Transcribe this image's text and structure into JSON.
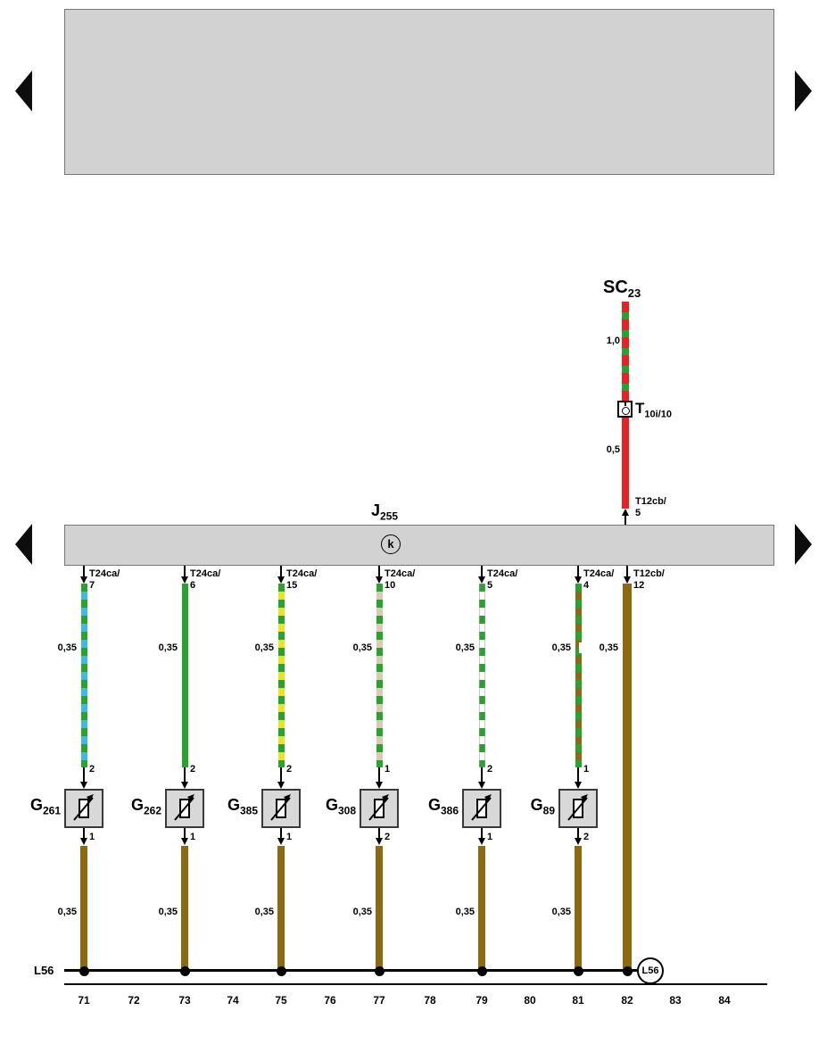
{
  "sc_wire": {
    "label_main": "SC",
    "label_sub": "23",
    "size_upper": "1,0",
    "connector_main": "T",
    "connector_sub": "10i/10",
    "size_lower": "0,5",
    "pin_line1": "T12cb/",
    "pin_line2": "5",
    "wire_color_upper": "red/green",
    "wire_color_lower": "red"
  },
  "j255": {
    "label_main": "J",
    "label_sub": "255",
    "symbol": "k"
  },
  "branches": [
    {
      "connector_line1": "T24ca/",
      "connector_line2": "7",
      "size_top": "0,35",
      "pin_top": "2",
      "component_main": "G",
      "component_sub": "261",
      "pin_bottom": "1",
      "size_bottom": "0,35",
      "wire_color_top": "green/blue",
      "wire_color_bottom": "brown",
      "track": "71"
    },
    {
      "connector_line1": "T24ca/",
      "connector_line2": "6",
      "size_top": "0,35",
      "pin_top": "2",
      "component_main": "G",
      "component_sub": "262",
      "pin_bottom": "1",
      "size_bottom": "0,35",
      "wire_color_top": "green",
      "wire_color_bottom": "brown",
      "track": "73"
    },
    {
      "connector_line1": "T24ca/",
      "connector_line2": "15",
      "size_top": "0,35",
      "pin_top": "2",
      "component_main": "G",
      "component_sub": "385",
      "pin_bottom": "1",
      "size_bottom": "0,35",
      "wire_color_top": "green/yellow",
      "wire_color_bottom": "brown",
      "track": "75"
    },
    {
      "connector_line1": "T24ca/",
      "connector_line2": "10",
      "size_top": "0,35",
      "pin_top": "1",
      "component_main": "G",
      "component_sub": "308",
      "pin_bottom": "2",
      "size_bottom": "0,35",
      "wire_color_top": "green/beige",
      "wire_color_bottom": "brown",
      "track": "77"
    },
    {
      "connector_line1": "T24ca/",
      "connector_line2": "5",
      "size_top": "0,35",
      "pin_top": "2",
      "component_main": "G",
      "component_sub": "386",
      "pin_bottom": "1",
      "size_bottom": "0,35",
      "wire_color_top": "green/white",
      "wire_color_bottom": "brown",
      "track": "79"
    },
    {
      "connector_line1": "T24ca/",
      "connector_line2": "4",
      "size_top": "0,35",
      "pin_top": "1",
      "component_main": "G",
      "component_sub": "89",
      "pin_bottom": "2",
      "size_bottom": "0,35",
      "wire_color_top": "green/brown",
      "wire_color_bottom": "brown",
      "track": "81"
    }
  ],
  "ground_wire": {
    "connector_line1": "T12cb/",
    "connector_line2": "12",
    "size": "0,35",
    "wire_color": "brown",
    "track": "82"
  },
  "ground": {
    "left_label": "L56",
    "right_label": "L56"
  },
  "tracks": [
    "71",
    "72",
    "73",
    "74",
    "75",
    "76",
    "77",
    "78",
    "79",
    "80",
    "81",
    "82",
    "83",
    "84"
  ],
  "wire_colors": {
    "green": "#2ba12e",
    "blue": "#41b9e6",
    "yellow": "#e8e427",
    "beige": "#d8cdb4",
    "white": "#ffffff",
    "brown": "#8b6a12",
    "red": "#e62222"
  }
}
